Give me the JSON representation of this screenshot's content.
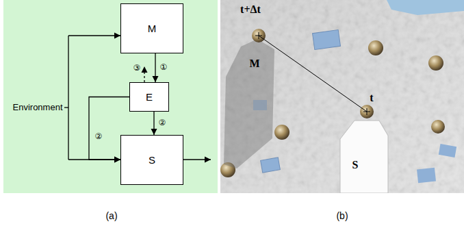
{
  "diagram": {
    "nodes": [
      {
        "text": [
          "M"
        ]
      },
      {
        "text": [
          "E"
        ]
      },
      {
        "text": [
          "S"
        ]
      }
    ],
    "edges": [
      {
        "from": 0,
        "to": 1,
        "arrow": "to",
        "label": "①"
      },
      {
        "from": 1,
        "to": 2,
        "arrow": "to",
        "label": "②"
      },
      {
        "from": 1,
        "to": 2,
        "arrow": "to",
        "label": "②"
      }
    ],
    "labels": [
      "Environment",
      "③",
      "t+Δt",
      "M",
      "t",
      "S",
      "(a)",
      "(b)"
    ]
  }
}
